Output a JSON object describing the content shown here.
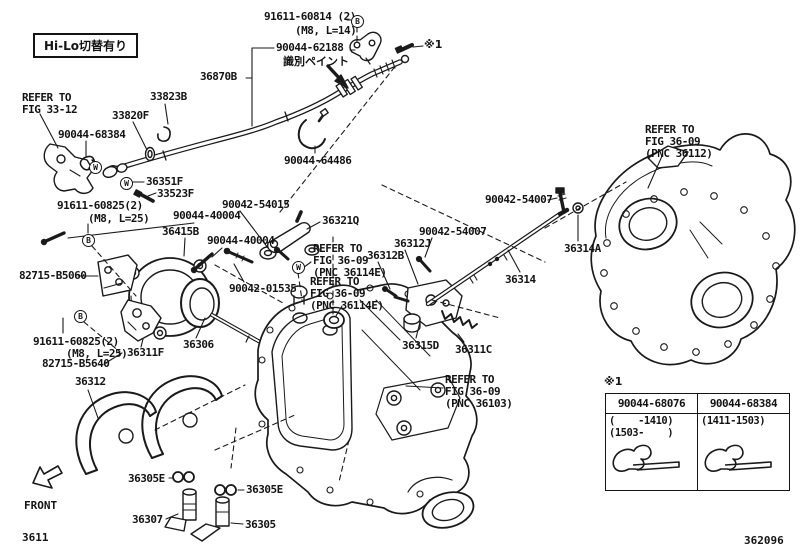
{
  "variant_box": "Hi-Lo切替有り",
  "front_label": "FRONT",
  "footer": {
    "left_code": "3611",
    "right_code": "362096"
  },
  "markers": {
    "bolt": "B",
    "washer": "W"
  },
  "labels": {
    "l_91611_60814": "91611-60814 (2)",
    "l_91611_60814_spec": "(M8, L=14)",
    "l_90044_62188": "90044-62188",
    "l_paint": "識別ペイント",
    "l_ref1": "※1",
    "l_36870B": "36870B",
    "l_33823B": "33823B",
    "l_33820F": "33820F",
    "l_refer_3312": "REFER TO\nFIG 33-12",
    "l_90044_68384": "90044-68384",
    "l_36351F": "36351F",
    "l_33523F": "33523F",
    "l_91611_60825_1": "91611-60825(2)",
    "l_91611_60825_1_spec": "(M8, L=25)",
    "l_90044_64486": "90044-64486",
    "l_90042_54015": "90042-54015",
    "l_36321Q": "36321Q",
    "l_90044_40004_1": "90044-40004",
    "l_90044_40004_2": "90044-40004",
    "l_36415B": "36415B",
    "l_82715_B5060": "82715-B5060",
    "l_refer_36114E_1": "REFER TO\nFIG 36-09\n(PNC 36114E)",
    "l_36312B": "36312B",
    "l_refer_36114E_2": "REFER TO\nFIG 36-09\n(PNC 36114E)",
    "l_90042_01535": "90042-01535",
    "l_36312J": "36312J",
    "l_90042_54007_1": "90042-54007",
    "l_90042_54007_2": "90042-54007",
    "l_36314": "36314",
    "l_36314A": "36314A",
    "l_refer_36112": "REFER TO\nFIG 36-09\n(PNC 36112)",
    "l_91611_60825_2": "91611-60825(2)",
    "l_91611_60825_2_spec": "(M8, L=25)",
    "l_82715_B5640": "82715-B5640",
    "l_36311F": "36311F",
    "l_36306": "36306",
    "l_36312": "36312",
    "l_36315D": "36315D",
    "l_36311C": "36311C",
    "l_refer_36103": "REFER TO\nFIG 36-09\n(PNC 36103)",
    "l_36305E_1": "36305E",
    "l_36305E_2": "36305E",
    "l_36307": "36307",
    "l_36305": "36305"
  },
  "table": {
    "note": "※1",
    "columns": [
      {
        "header": "90044-68076",
        "range": "(    -1410)\n(1503-    )"
      },
      {
        "header": "90044-68384",
        "range": "(1411-1503)"
      }
    ]
  },
  "colors": {
    "line": "#1a1a1a",
    "background": "#ffffff"
  }
}
